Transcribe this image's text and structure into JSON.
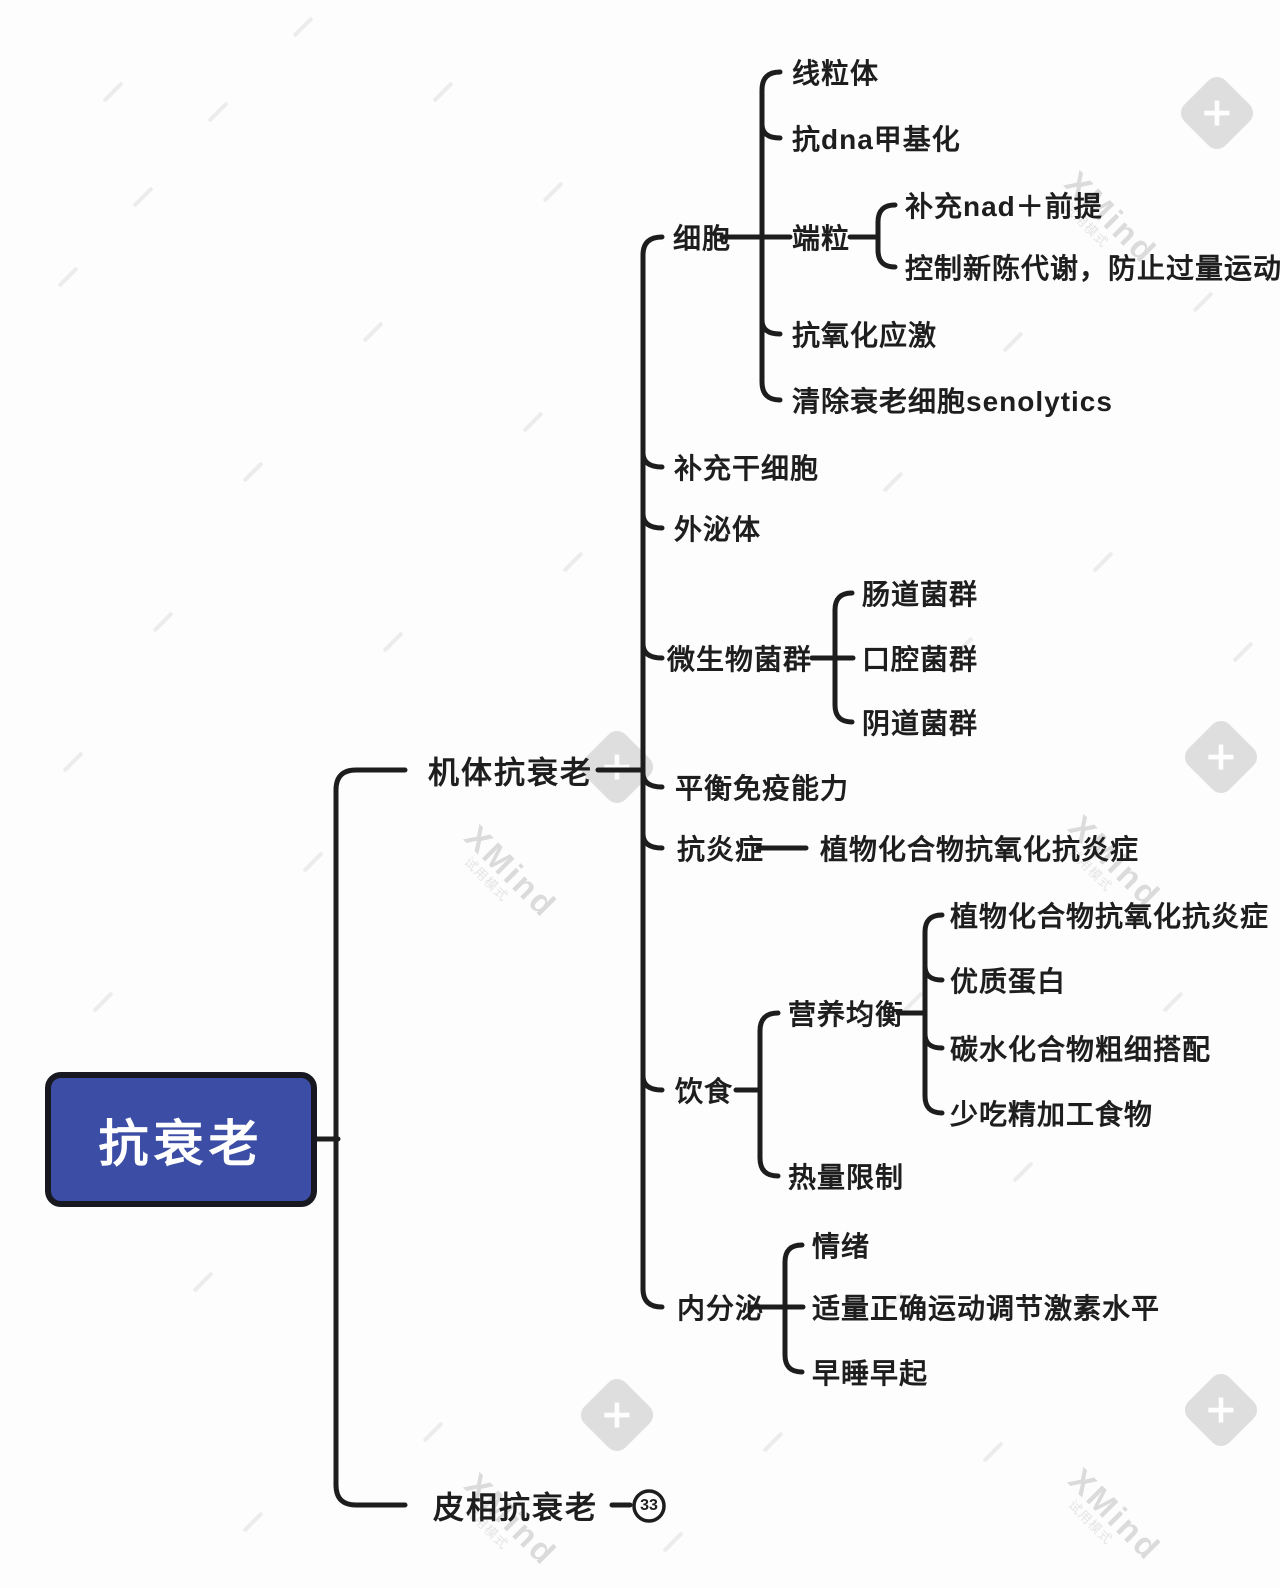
{
  "mindmap": {
    "root": {
      "label": "抗衰老"
    },
    "level1": [
      {
        "label": "机体抗衰老",
        "children": [
          {
            "label": "细胞",
            "children": [
              {
                "label": "线粒体"
              },
              {
                "label": "抗dna甲基化"
              },
              {
                "label": "端粒",
                "children": [
                  {
                    "label": "补充nad＋前提"
                  },
                  {
                    "label": "控制新陈代谢，防止过量运动"
                  }
                ]
              },
              {
                "label": "抗氧化应激"
              },
              {
                "label": "清除衰老细胞senolytics"
              }
            ]
          },
          {
            "label": "补充干细胞"
          },
          {
            "label": "外泌体"
          },
          {
            "label": "微生物菌群",
            "children": [
              {
                "label": "肠道菌群"
              },
              {
                "label": "口腔菌群"
              },
              {
                "label": "阴道菌群"
              }
            ]
          },
          {
            "label": "平衡免疫能力"
          },
          {
            "label": "抗炎症",
            "children": [
              {
                "label": "植物化合物抗氧化抗炎症"
              }
            ]
          },
          {
            "label": "饮食",
            "children": [
              {
                "label": "营养均衡",
                "children": [
                  {
                    "label": "植物化合物抗氧化抗炎症"
                  },
                  {
                    "label": "优质蛋白"
                  },
                  {
                    "label": "碳水化合物粗细搭配"
                  },
                  {
                    "label": "少吃精加工食物"
                  }
                ]
              },
              {
                "label": "热量限制"
              }
            ]
          },
          {
            "label": "内分泌",
            "children": [
              {
                "label": "情绪"
              },
              {
                "label": "适量正确运动调节激素水平"
              },
              {
                "label": "早睡早起"
              }
            ]
          }
        ]
      },
      {
        "label": "皮相抗衰老",
        "badge": "33"
      }
    ],
    "line_color": "#1d1d1d",
    "root_fill": "#3c4da5"
  },
  "watermark": {
    "brand": "XMind",
    "sub": "试用模式"
  }
}
